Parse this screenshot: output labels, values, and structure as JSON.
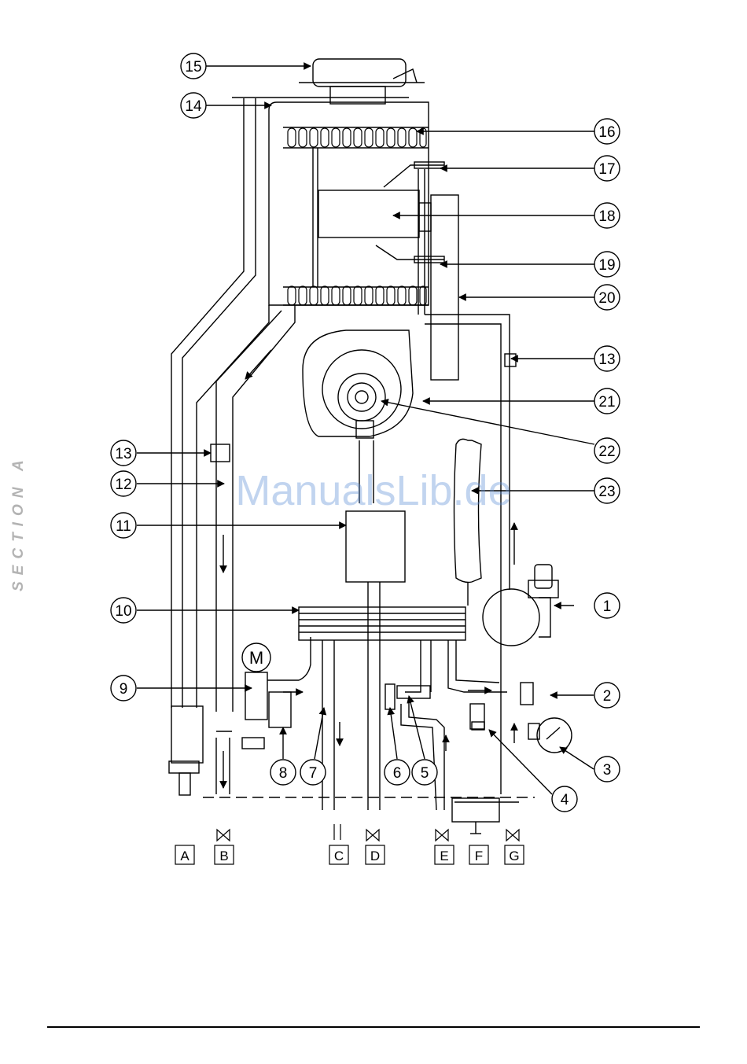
{
  "side_label": "SECTION A",
  "watermark": "ManualsLib.de",
  "callouts": [
    "1",
    "2",
    "3",
    "4",
    "5",
    "6",
    "7",
    "8",
    "9",
    "10",
    "11",
    "12",
    "13",
    "13",
    "14",
    "15",
    "16",
    "17",
    "18",
    "19",
    "20",
    "21",
    "22",
    "23"
  ],
  "connections": [
    "A",
    "B",
    "C",
    "D",
    "E",
    "F",
    "G"
  ],
  "motor_label": "M"
}
